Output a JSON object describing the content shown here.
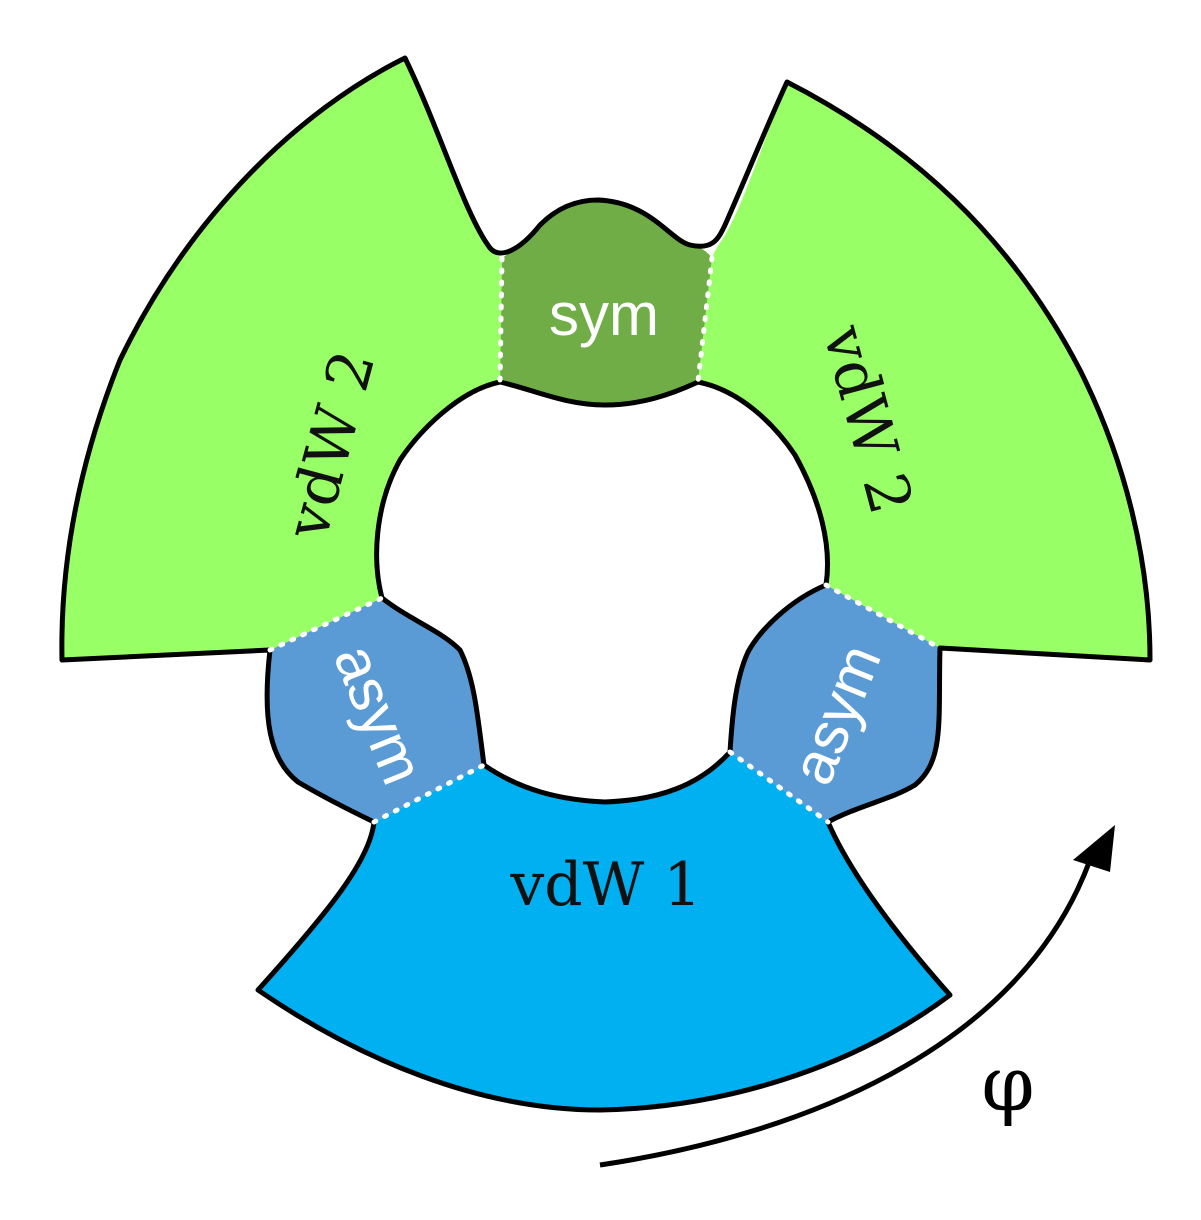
{
  "regions": {
    "vdw1": {
      "label": "vdW 1",
      "color": "#00B0F0"
    },
    "vdw2_left": {
      "label": "vdW 2",
      "color": "#99FF66"
    },
    "vdw2_right": {
      "label": "vdW 2",
      "color": "#99FF66"
    },
    "sym": {
      "label": "sym",
      "color": "#70AD47"
    },
    "asym_left": {
      "label": "asym",
      "color": "#5B9BD5"
    },
    "asym_right": {
      "label": "asym",
      "color": "#5B9BD5"
    }
  },
  "rotation_arrow": {
    "label": "φ"
  }
}
